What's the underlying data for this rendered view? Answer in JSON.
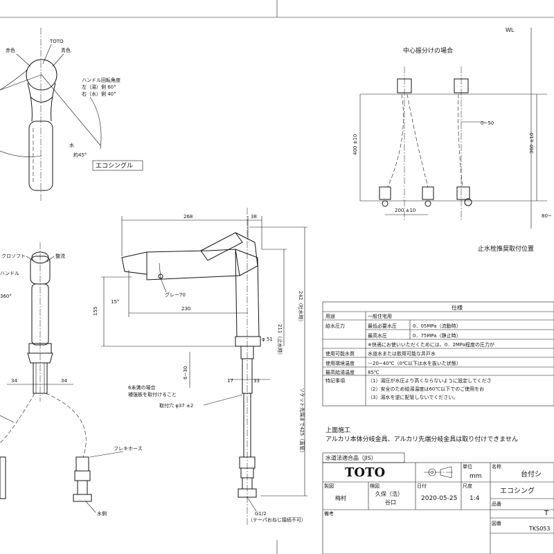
{
  "top_view": {
    "brand_mark": "TOTO",
    "red_label": "赤色",
    "blue_label": "青色",
    "handle_rotation_title": "ハンドル回転角度",
    "left_hot": "左（湯）側 60°",
    "right_water": "右（水）側 40°",
    "water_label": "水",
    "angle_label": "約45°",
    "product_label": "エコシングル"
  },
  "side_view": {
    "eco_soft": "クロソフト",
    "rectify": "整流",
    "handle": "ハンドル",
    "rotation_360": "360°",
    "dim_34_left": "34",
    "dim_34_right": "34",
    "note_6": "6未満の場合",
    "note_6b": "補強板を取付けること",
    "mount_hole": "取付穴 φ37 ±2",
    "flex_hose": "フレキホース",
    "water_side": "水側"
  },
  "front_view": {
    "dim_268": "268",
    "dim_38": "38",
    "dim_15": "15°",
    "dim_155": "155",
    "dim_230": "230",
    "gray_label": "グレー70",
    "dim_211": "211（止水時）",
    "dim_242": "242（吐水時）",
    "dim_51": "φ 51",
    "dim_6_30": "6~30",
    "dim_17": "17",
    "dim_33": "33",
    "socket_dim": "ソケット先端まで425（直管）",
    "g12": "G1/2",
    "g12_note": "（テーパおねじ接続不可）"
  },
  "valve_section": {
    "title": "中心振分けの場合",
    "wl": "WL",
    "dim_400": "400 ±10",
    "dim_0_50": "0~50",
    "dim_200": "200 ±10",
    "dim_360": "360 ±10",
    "dim_80": "80~",
    "position_title": "止水栓推奨取付位置"
  },
  "spec_table": {
    "title": "仕様",
    "rows": [
      {
        "label": "用途",
        "sub": "",
        "value": "一般住宅用"
      },
      {
        "label": "給水圧力",
        "sub": "最低必要水圧",
        "value": "0．05MPa（流動時）"
      },
      {
        "label": "",
        "sub": "最高水圧",
        "value": "0．75MPa（静止時）"
      },
      {
        "label": "",
        "sub": "",
        "value": "※快適にお使いいただくためには、0．2MPa程度の圧力が"
      },
      {
        "label": "使用可能水質",
        "sub": "",
        "value": "水道水または飲用可能な井戸水"
      },
      {
        "label": "使用環境温度",
        "sub": "",
        "value": "－20~40℃（0℃以下は水を抜いた状態）"
      },
      {
        "label": "最高給湯温度",
        "sub": "",
        "value": "85℃"
      },
      {
        "label": "特記事項",
        "sub": "",
        "value": "（1）湯圧が水圧より高くならないように設定してくださ"
      },
      {
        "label": "",
        "sub": "",
        "value": "（2）安全のため給湯温度は60℃以下でのご使用をお"
      },
      {
        "label": "",
        "sub": "",
        "value": "（3）湯水を逆に配管しないでください。"
      }
    ]
  },
  "notes": {
    "top_install": "上面施工",
    "alkali_note": "アルカリ本体分岐金具、アルカリ先端分岐金具は取り付けできません"
  },
  "title_block": {
    "jis": "水道法適合品（JIS）",
    "logo": "TOTO",
    "unit_label": "単位",
    "unit_value": "mm",
    "name_label": "名称",
    "name_value": "台付シ",
    "product_value": "エコシング",
    "drawn_label": "製図",
    "drawn_value": "梅村",
    "checked_label": "検図",
    "checked_value1": "久保（浩）",
    "checked_value2": "谷口",
    "date_label": "日付",
    "date_value": "2020-05-25",
    "scale_label": "尺度",
    "scale_value": "1:4",
    "part_label": "品番",
    "part_value": "T",
    "dwg_label": "図番",
    "dwg_value": "TKS053",
    "remarks_label": "備考"
  }
}
